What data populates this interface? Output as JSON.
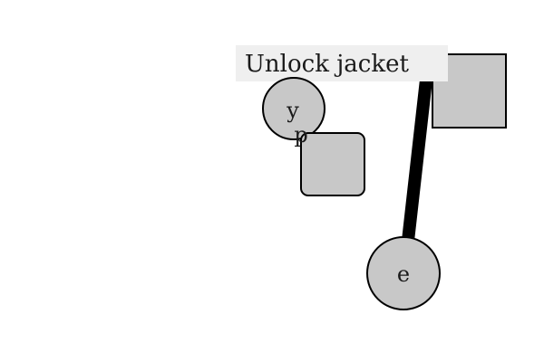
{
  "title_bar": {
    "text": "Unlock jacket"
  },
  "objects": {
    "circle_top": {
      "label": "y"
    },
    "square_middle": {
      "label": "p"
    },
    "square_right": {
      "label": ""
    },
    "circle_bottom": {
      "label": "e"
    }
  },
  "colors": {
    "background": "#ffffff",
    "title_bg": "#efefef",
    "shape_fill": "#c8c8c8",
    "stroke": "#000000",
    "text": "#1a1a1a"
  }
}
